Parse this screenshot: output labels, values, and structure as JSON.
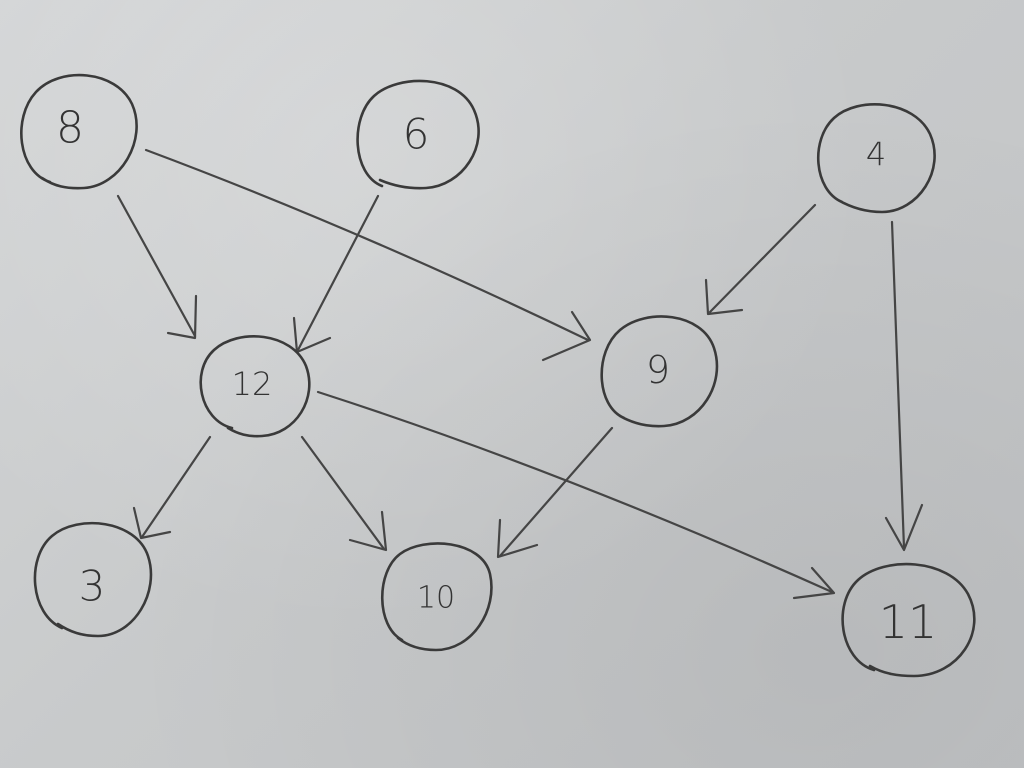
{
  "diagram": {
    "nodes": [
      {
        "id": "n8",
        "label": "8"
      },
      {
        "id": "n6",
        "label": "6"
      },
      {
        "id": "n4",
        "label": "4"
      },
      {
        "id": "n12",
        "label": "12"
      },
      {
        "id": "n9",
        "label": "9"
      },
      {
        "id": "n3",
        "label": "3"
      },
      {
        "id": "n10",
        "label": "10"
      },
      {
        "id": "n11",
        "label": "11"
      }
    ],
    "edges": [
      {
        "from": "8",
        "to": "12"
      },
      {
        "from": "8",
        "to": "9"
      },
      {
        "from": "6",
        "to": "12"
      },
      {
        "from": "4",
        "to": "9"
      },
      {
        "from": "4",
        "to": "11"
      },
      {
        "from": "12",
        "to": "3"
      },
      {
        "from": "12",
        "to": "10"
      },
      {
        "from": "12",
        "to": "11"
      },
      {
        "from": "9",
        "to": "10"
      }
    ],
    "colors": {
      "ink": "#3a3a3a",
      "paper": "#c9cbcc"
    }
  }
}
